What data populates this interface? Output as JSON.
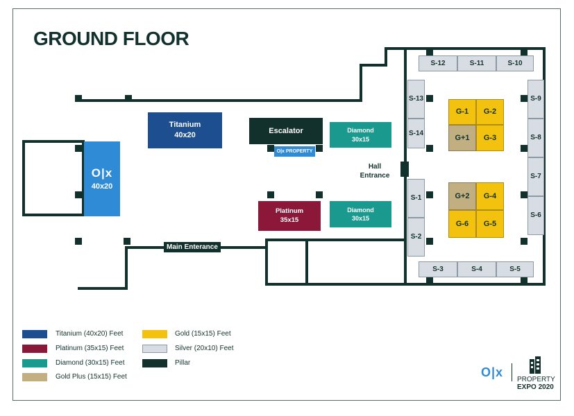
{
  "title": "GROUND FLOOR",
  "booths": {
    "titanium_main": {
      "name": "Titanium",
      "size": "40x20"
    },
    "olx": {
      "logo": "O|x",
      "size": "40x20"
    },
    "escalator": "Escalator",
    "olx_sign": "O|x PROPERTY",
    "diamond_top": {
      "name": "Diamond",
      "size": "30x15"
    },
    "platinum": {
      "name": "Platinum",
      "size": "35x15"
    },
    "diamond_bottom": {
      "name": "Diamond",
      "size": "30x15"
    }
  },
  "hall_entrance": {
    "line1": "Hall",
    "line2": "Entrance"
  },
  "main_entrance": "Main Enterance",
  "silver_stalls": {
    "top": [
      "S-12",
      "S-11",
      "S-10"
    ],
    "left": [
      "S-13",
      "S-14",
      "S-1",
      "S-2"
    ],
    "right": [
      "S-9",
      "S-8",
      "S-7",
      "S-6"
    ],
    "bottom": [
      "S-3",
      "S-4",
      "S-5"
    ]
  },
  "gold_stalls": {
    "upper": [
      "G-1",
      "G-2",
      "G+1",
      "G-3"
    ],
    "lower": [
      "G+2",
      "G-4",
      "G-6",
      "G-5"
    ]
  },
  "legend": {
    "titanium": "Titanium (40x20) Feet",
    "platinum": "Platinum (35x15) Feet",
    "diamond": "Diamond (30x15) Feet",
    "goldplus": "Gold Plus (15x15) Feet",
    "gold": "Gold (15x15) Feet",
    "silver": "Silver (20x10) Feet",
    "pillar": "Pillar"
  },
  "brand": {
    "olx": "O|x",
    "line1": "PROPERTY",
    "line2": "EXPO 2020"
  },
  "colors": {
    "titanium": "#1d4e8f",
    "platinum": "#8b1838",
    "diamond": "#1a9a8f",
    "goldplus": "#c1ae81",
    "gold": "#f3c20f",
    "silver": "#d8dde3",
    "pillar": "#12302c",
    "olx_booth": "#2f8bd5"
  }
}
